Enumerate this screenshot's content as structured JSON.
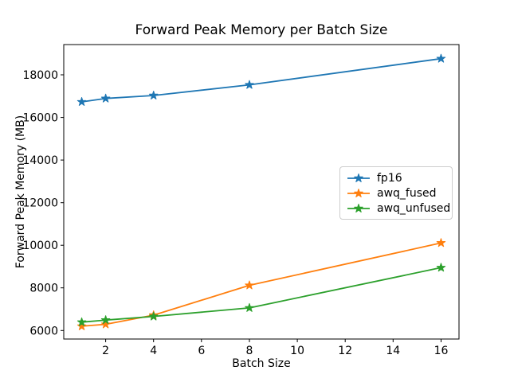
{
  "chart_data": {
    "type": "line",
    "title": "Forward Peak Memory per Batch Size",
    "xlabel": "Batch Size",
    "ylabel": "Forward Peak Memory (MB)",
    "x": [
      1,
      2,
      4,
      8,
      16
    ],
    "series": [
      {
        "name": "fp16",
        "color": "#1f77b4",
        "values": [
          16730,
          16890,
          17030,
          17530,
          18760
        ]
      },
      {
        "name": "awq_fused",
        "color": "#ff7f0e",
        "values": [
          6200,
          6290,
          6720,
          8120,
          10110
        ]
      },
      {
        "name": "awq_unfused",
        "color": "#2ca02c",
        "values": [
          6390,
          6490,
          6660,
          7060,
          8950
        ]
      }
    ],
    "xticks": [
      2,
      4,
      6,
      8,
      10,
      12,
      14,
      16
    ],
    "yticks": [
      6000,
      8000,
      10000,
      12000,
      14000,
      16000,
      18000
    ],
    "xlim": [
      0.25,
      16.75
    ],
    "ylim": [
      5600,
      19420
    ],
    "marker": "star",
    "grid": false,
    "legend_position": "center right",
    "background_color": "#ffffff",
    "spine_color": "#000000"
  }
}
